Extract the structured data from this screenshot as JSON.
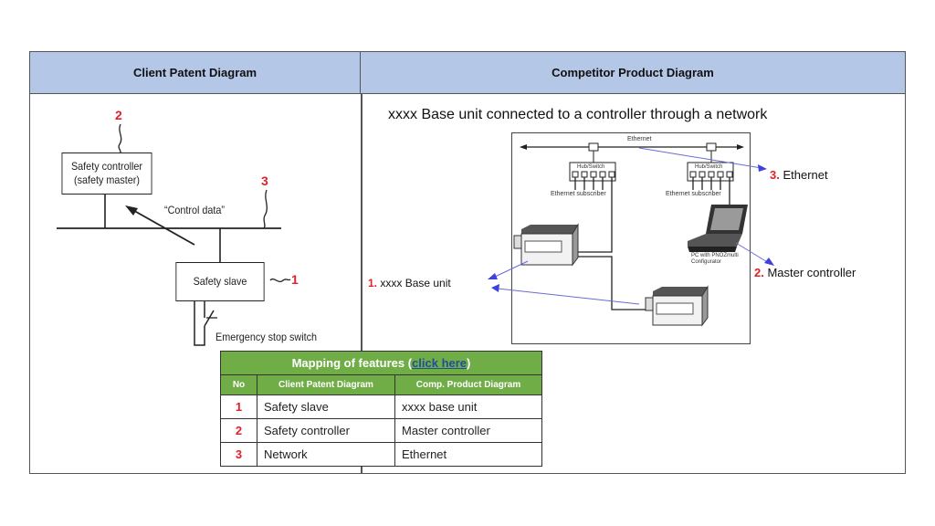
{
  "headers": {
    "left": "Client Patent Diagram",
    "right": "Competitor Product Diagram"
  },
  "patent": {
    "controller_line1": "Safety controller",
    "controller_line2": "(safety master)",
    "control_data": "“Control data”",
    "slave": "Safety slave",
    "estop": "Emergency stop switch",
    "ref_controller": "2",
    "ref_network": "3",
    "ref_slave": "1"
  },
  "competitor": {
    "subtitle": "xxxx Base unit connected to a controller through a network",
    "diagram": {
      "ethernet": "Ethernet",
      "hub_left": "Hub/Switch",
      "hub_right": "Hub/Switch",
      "subscriber_left": "Ethernet subscriber",
      "subscriber_right": "Ethernet subscriber",
      "pc_line1": "PC with PNOZmulti",
      "pc_line2": "Configurator"
    },
    "callouts": [
      {
        "num": "1.",
        "label": "xxxx Base unit"
      },
      {
        "num": "2.",
        "label": "Master controller"
      },
      {
        "num": "3.",
        "label": "Ethernet"
      }
    ]
  },
  "mapping": {
    "title": "Mapping of features (",
    "link": "click here",
    "title_end": ")",
    "columns": [
      "No",
      "Client Patent Diagram",
      "Comp. Product Diagram"
    ],
    "rows": [
      {
        "no": "1",
        "client": "Safety slave",
        "comp": "xxxx base unit"
      },
      {
        "no": "2",
        "client": "Safety controller",
        "comp": "Master controller"
      },
      {
        "no": "3",
        "client": "Network",
        "comp": "Ethernet"
      }
    ]
  },
  "colors": {
    "header_bg": "#b4c7e7",
    "table_green": "#70ad47",
    "ref_red": "#e0202a",
    "callout_arrow": "#5555dd",
    "link_blue": "#1f4e9c"
  }
}
